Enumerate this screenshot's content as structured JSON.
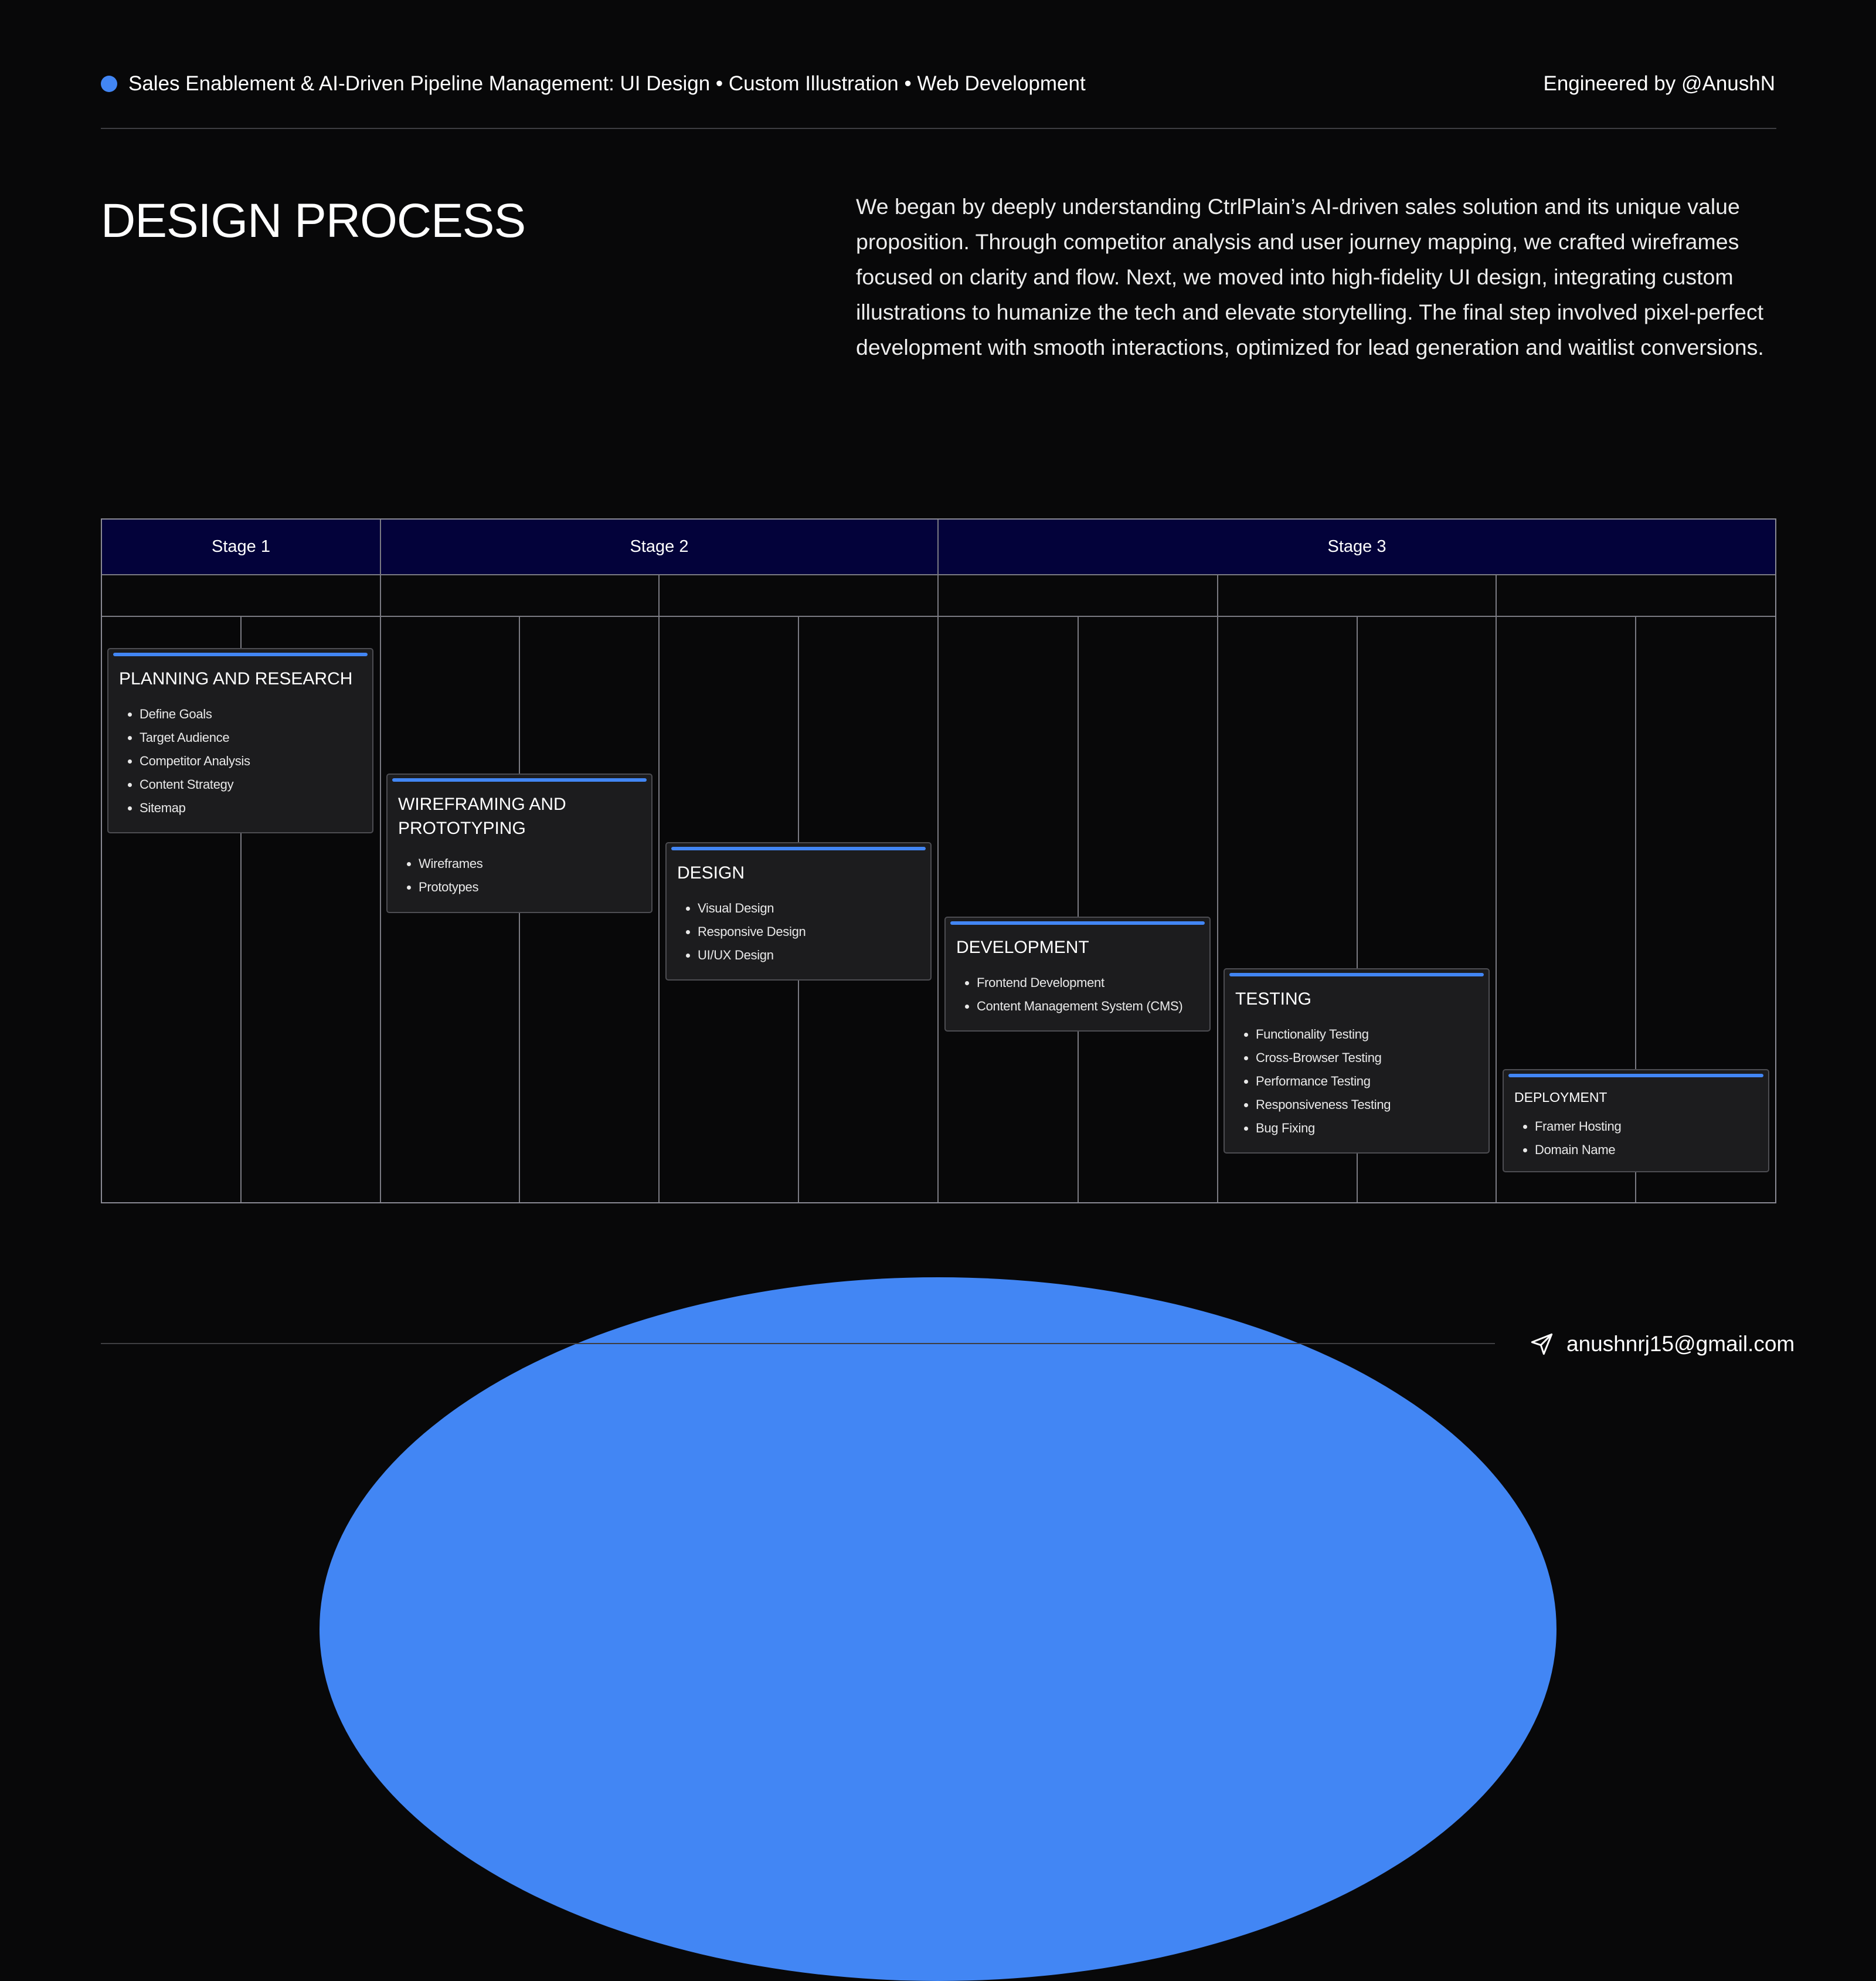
{
  "header": {
    "title": "Sales Enablement & AI-Driven Pipeline Management: UI Design • Custom Illustration • Web Development",
    "credit": "Engineered by @AnushN",
    "accent_color": "#4286f4"
  },
  "section": {
    "title": "DESIGN PROCESS",
    "intro": "We began by deeply understanding CtrlPlain’s AI-driven sales solution and its unique value proposition. Through competitor analysis and user journey mapping, we crafted wireframes focused on clarity and flow. Next, we moved into high-fidelity UI design, integrating custom illustrations to humanize the tech and elevate storytelling. The final step involved pixel-perfect development with smooth interactions, optimized for lead generation and waitlist conversions."
  },
  "timeline": {
    "stages": [
      "Stage 1",
      "Stage 2",
      "Stage 3"
    ],
    "stage_band_color": "#03023a",
    "phases": [
      {
        "title": "PLANNING AND RESEARCH",
        "items": [
          "Define Goals",
          "Target Audience",
          "Competitor Analysis",
          "Content Strategy",
          "Sitemap"
        ]
      },
      {
        "title": "WIREFRAMING AND PROTOTYPING",
        "items": [
          "Wireframes",
          "Prototypes"
        ]
      },
      {
        "title": "DESIGN",
        "items": [
          "Visual Design",
          "Responsive Design",
          "UI/UX Design"
        ]
      },
      {
        "title": "DEVELOPMENT",
        "items": [
          "Frontend Development",
          "Content Management System (CMS)"
        ]
      },
      {
        "title": "TESTING",
        "items": [
          "Functionality Testing",
          "Cross-Browser Testing",
          "Performance Testing",
          "Responsiveness Testing",
          "Bug Fixing"
        ]
      },
      {
        "title": "DEPLOYMENT",
        "items": [
          "Framer Hosting",
          "Domain Name"
        ]
      }
    ]
  },
  "footer": {
    "email": "anushnrj15@gmail.com",
    "icon": "send-icon"
  }
}
